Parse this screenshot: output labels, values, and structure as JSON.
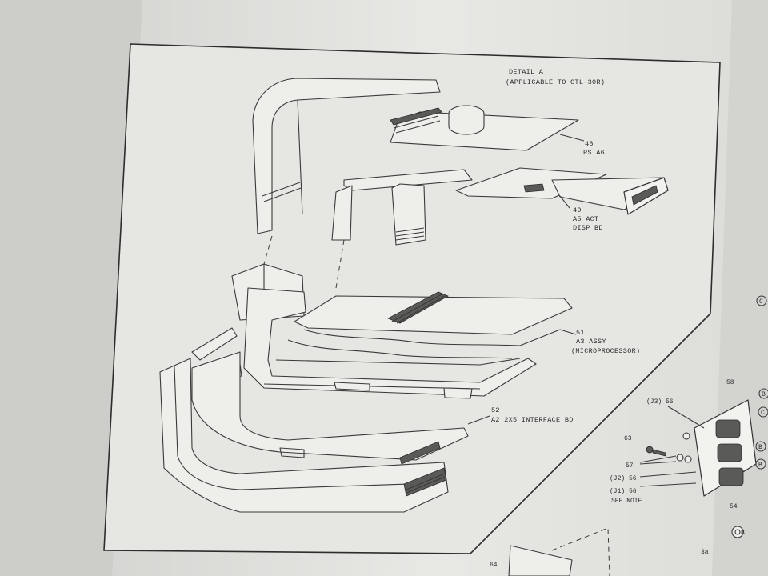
{
  "detail": {
    "title": "DETAIL A",
    "subtitle": "(APPLICABLE TO CTL-30R)"
  },
  "callouts": [
    {
      "num": "48",
      "text": "PS A6"
    },
    {
      "num": "49",
      "text1": "A5 ACT",
      "text2": "DISP BD"
    },
    {
      "num": "51",
      "text1": "A3 ASSY",
      "text2": "(MICROPROCESSOR)"
    },
    {
      "num": "52",
      "text": "A2  2X5 INTERFACE BD"
    }
  ],
  "side_labels": {
    "j3": "(J3) 56",
    "n63": "63",
    "n57": "57",
    "j2": "(J2) 56",
    "j1": "(J1) 56",
    "note": "SEE NOTE",
    "n64": "64",
    "n54": "54",
    "n58": "58",
    "n3a": "3a",
    "c1": "C",
    "b1": "B",
    "c2": "C",
    "b2": "B",
    "b3": "B",
    "b4": "B"
  }
}
